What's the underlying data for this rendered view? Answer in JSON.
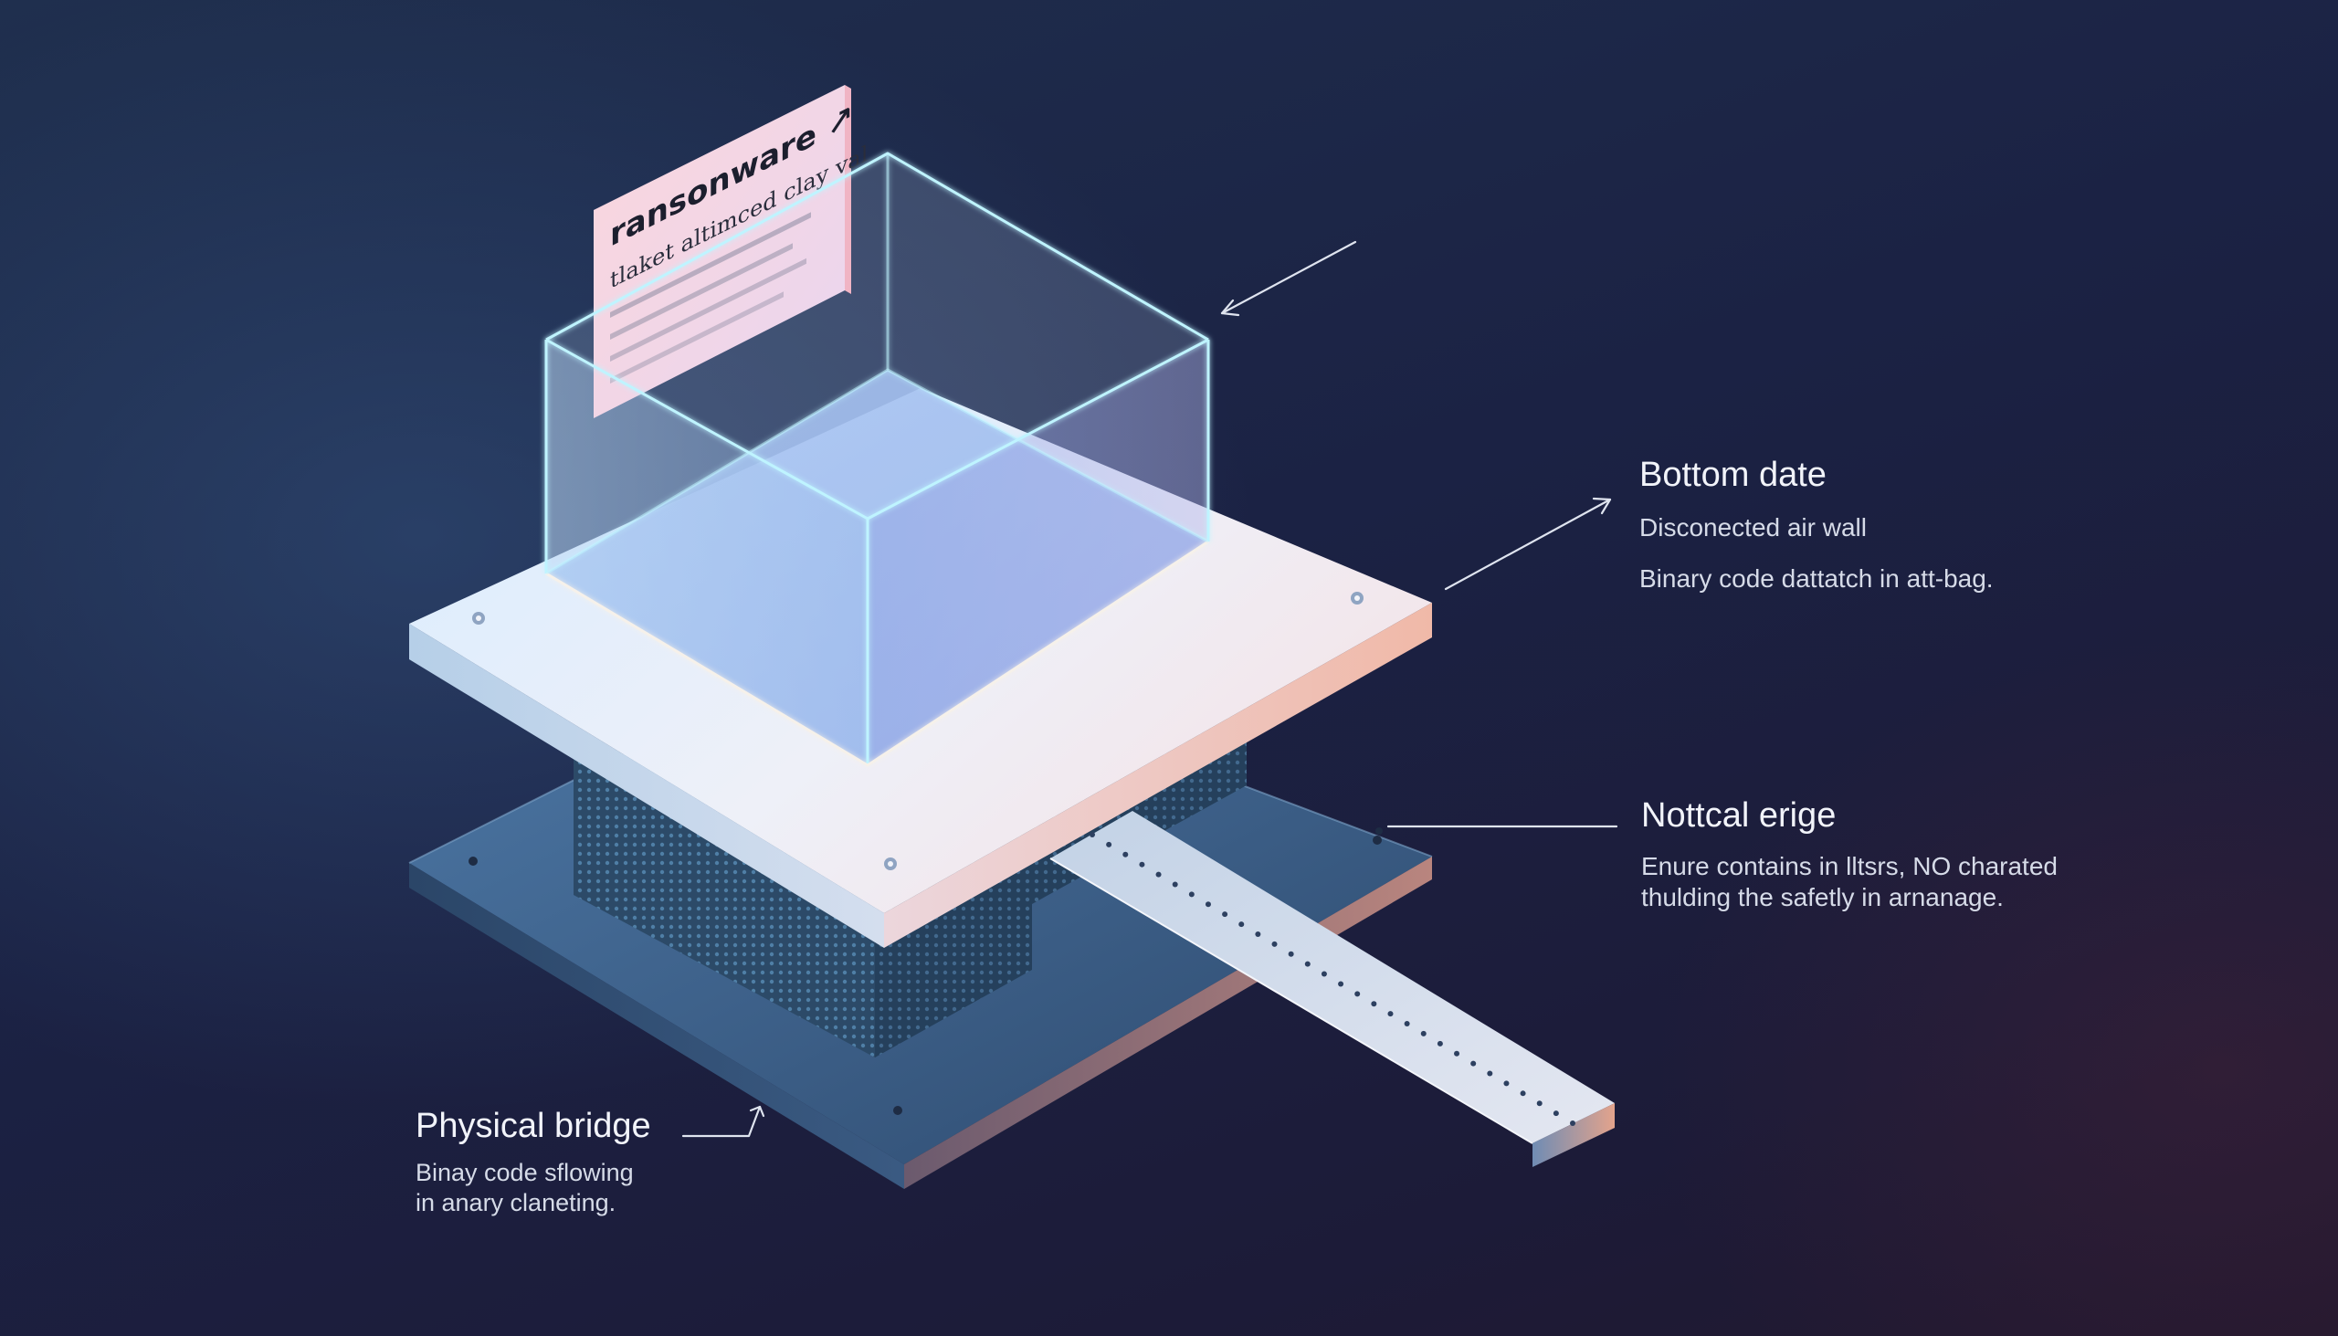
{
  "card": {
    "title": "ransonware ↗",
    "subtitle": "tlaket altimced clay val"
  },
  "callouts": {
    "bottom_date": {
      "title": "Bottom date",
      "lines": [
        "Disconected air wall",
        "Binary code dattatch in att-bag."
      ]
    },
    "notical_bridge": {
      "title": "Nottcal erige",
      "lines": [
        "Enure contains in lltsrs, NO charated",
        "thulding the safetly in arnanage."
      ]
    },
    "physical_bridge": {
      "title": "Physical bridge",
      "lines": [
        "Binay code sflowing",
        "in anary claneting."
      ]
    }
  },
  "colors": {
    "background_top": "#1f2f4e",
    "background_bottom": "#1c1b38",
    "glass_edge": "#bff4ff",
    "plate_top": "#e6ecf8",
    "plate_front": "#f2d6d8",
    "base": "#3b5f86",
    "card": "#f6d8e2",
    "text": "#e8ecf6"
  }
}
